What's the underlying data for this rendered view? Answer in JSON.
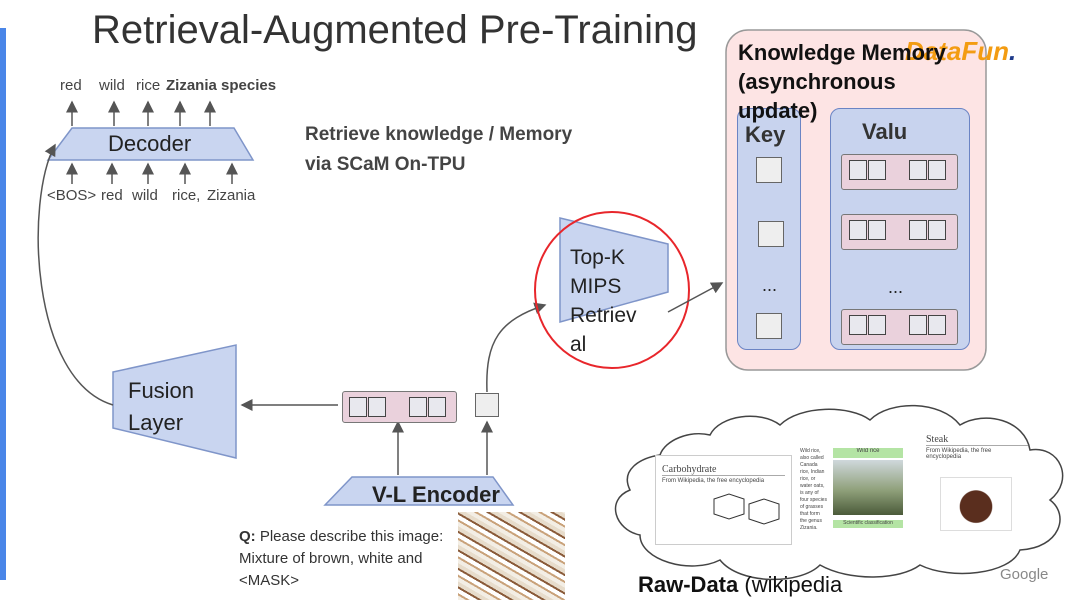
{
  "title": "Retrieval-Augmented Pre-Training",
  "logo": {
    "part1": "DataFun",
    "part2": "."
  },
  "decoder": {
    "label": "Decoder",
    "outputs": [
      "red",
      "wild",
      "rice",
      "Zizania species"
    ],
    "inputs": [
      "<BOS>",
      "red",
      "wild",
      "rice,",
      "Zizania"
    ]
  },
  "retrieve_note": {
    "line1": "Retrieve knowledge / Memory",
    "line2": "via SCaM On-TPU"
  },
  "topk": {
    "line1": "Top-K",
    "line2": "MIPS",
    "line3": "Retriev",
    "line4": "al"
  },
  "knowledge_memory": {
    "line1": "Knowledge Memory",
    "line2": "(asynchronous",
    "line3": "update)",
    "key_label": "Key",
    "value_label": "Valu",
    "key_ellipsis": "...",
    "value_ellipsis": "..."
  },
  "fusion": {
    "line1": "Fusion",
    "line2": "Layer"
  },
  "encoder": {
    "label": "V-L Encoder"
  },
  "question": {
    "prefix": "Q:",
    "line1": " Please describe this image:",
    "line2": "Mixture of brown, white and",
    "line3": "<MASK>"
  },
  "raw_data": {
    "bold": "Raw-Data",
    "rest": " (wikipedia"
  },
  "google": "Google",
  "wiki": {
    "card1_title": "Carbohydrate",
    "card1_sub": "From Wikipedia, the free encyclopedia",
    "card2_header": "Wild rice",
    "card2_footer": "Scientific classification",
    "card2_side": "Wild rice, also called Canada rice, Indian rice, or water oats, is any of four species of grasses that form the genus Zizania.",
    "card3_title": "Steak",
    "card3_sub": "From Wikipedia, the free encyclopedia"
  },
  "colors": {
    "accent_blue": "#c9d5f0",
    "memory_pink": "#fde4e4",
    "highlight_red": "#e8262b",
    "pink_row": "#ead1dc"
  }
}
